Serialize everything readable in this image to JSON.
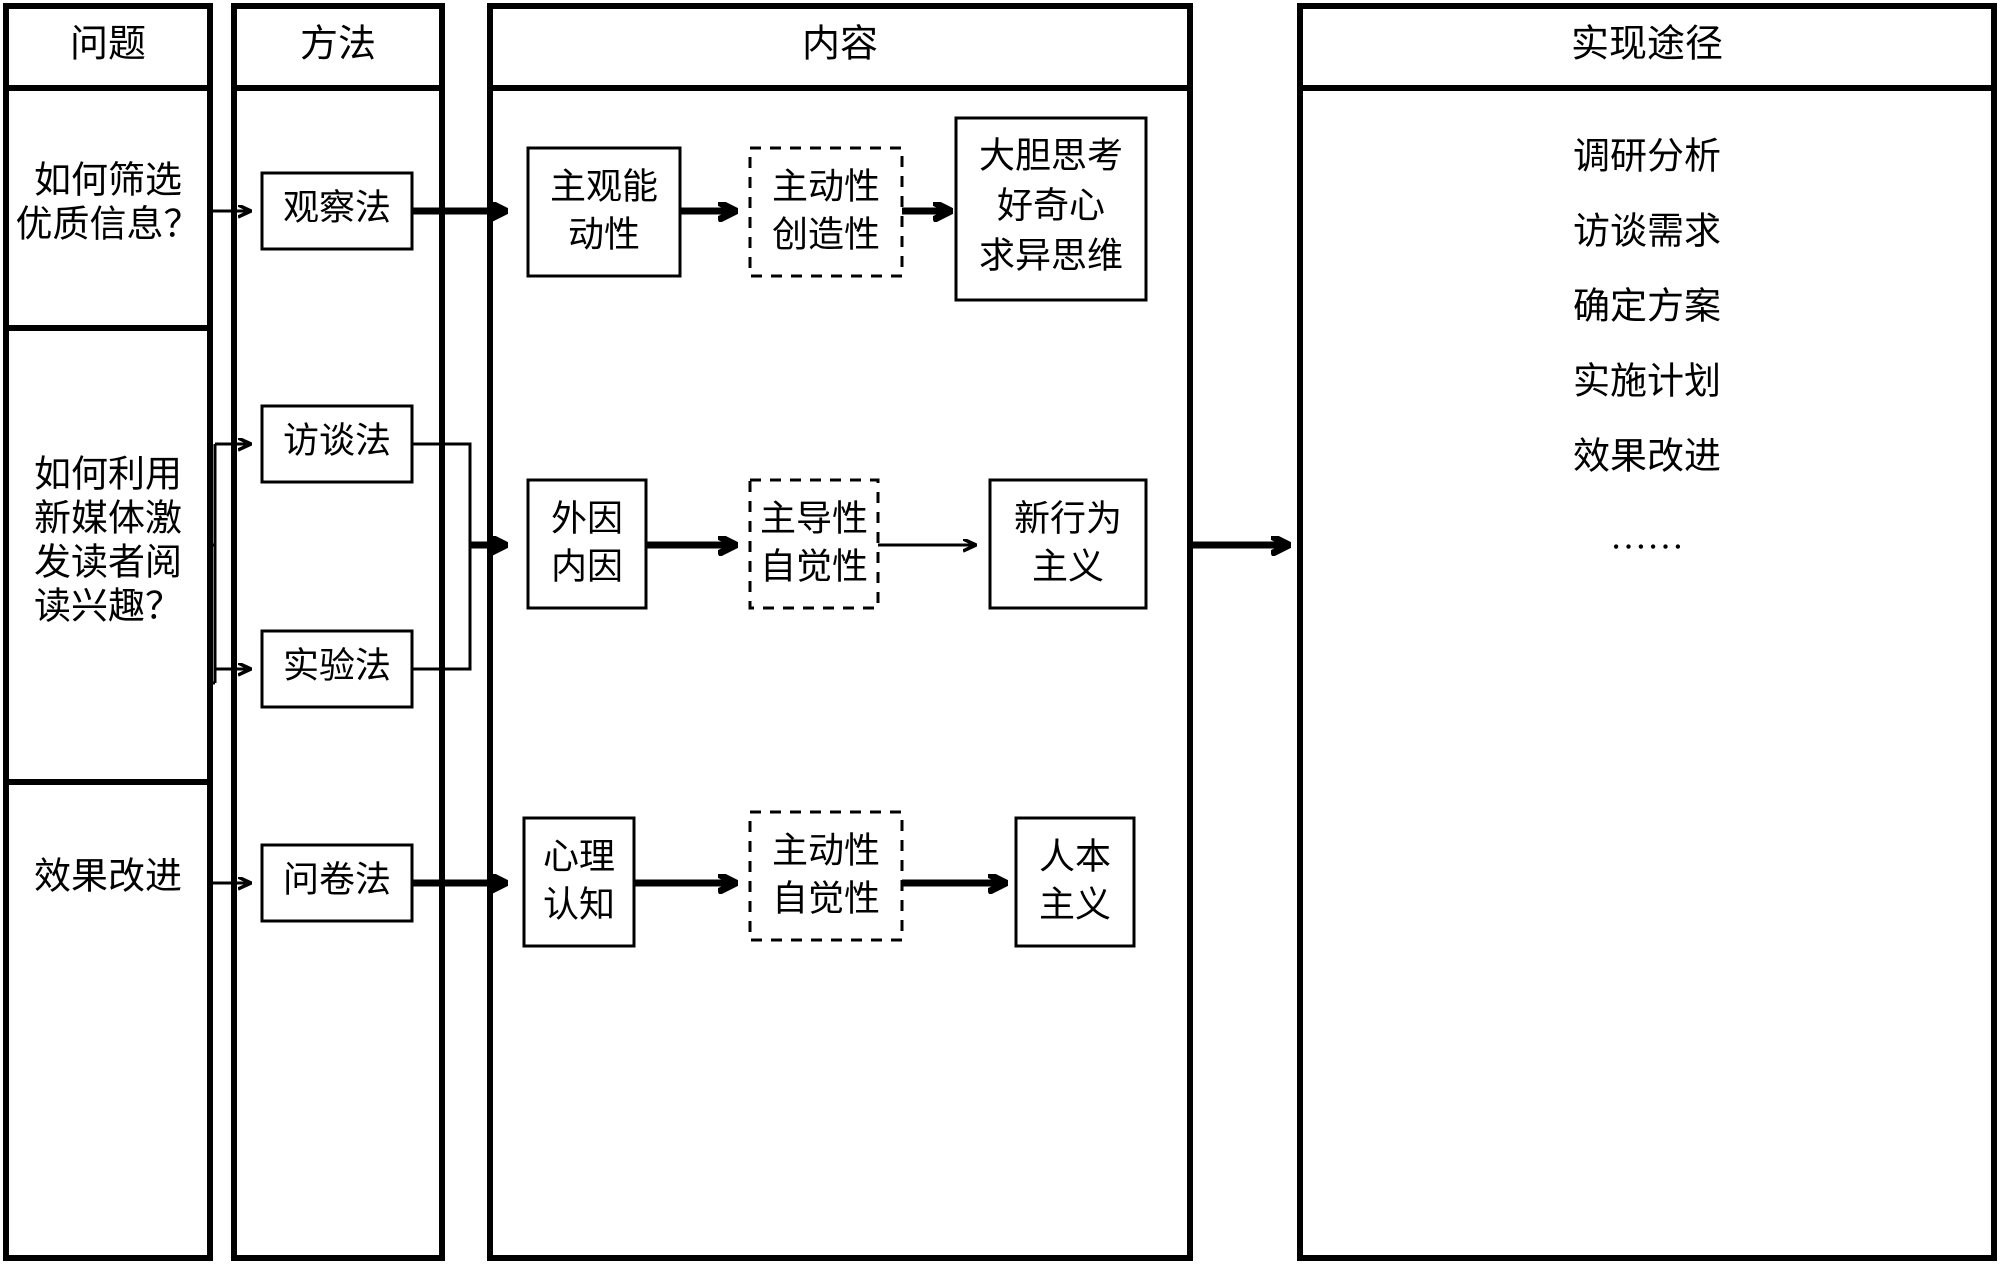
{
  "diagram": {
    "title_row": {
      "questions": "问题",
      "methods": "方法",
      "content": "内容",
      "pathways": "实现途径"
    },
    "questions": [
      {
        "id": "q1",
        "lines": [
          "如何筛选",
          "优质信息？"
        ]
      },
      {
        "id": "q2",
        "lines": [
          "如何利用",
          "新媒体激",
          "发读者阅",
          "读兴趣？"
        ]
      },
      {
        "id": "q3",
        "lines": [
          "效果改进"
        ]
      }
    ],
    "methods": [
      {
        "id": "m1",
        "label": "观察法"
      },
      {
        "id": "m2",
        "label": "访谈法"
      },
      {
        "id": "m3",
        "label": "实验法"
      },
      {
        "id": "m4",
        "label": "问卷法"
      }
    ],
    "content_rows": [
      {
        "id": "row1",
        "stage1": {
          "lines": [
            "主观能",
            "动性"
          ],
          "style": "solid"
        },
        "stage2": {
          "lines": [
            "主动性",
            "创造性"
          ],
          "style": "dashed"
        },
        "stage3": {
          "lines": [
            "大胆思考",
            "好奇心",
            "求异思维"
          ],
          "style": "solid"
        }
      },
      {
        "id": "row2",
        "stage1": {
          "lines": [
            "外因",
            "内因"
          ],
          "style": "solid"
        },
        "stage2": {
          "lines": [
            "主导性",
            "自觉性"
          ],
          "style": "dashed"
        },
        "stage3": {
          "lines": [
            "新行为",
            "主义"
          ],
          "style": "solid"
        }
      },
      {
        "id": "row3",
        "stage1": {
          "lines": [
            "心理",
            "认知"
          ],
          "style": "solid"
        },
        "stage2": {
          "lines": [
            "主动性",
            "自觉性"
          ],
          "style": "dashed"
        },
        "stage3": {
          "lines": [
            "人本",
            "主义"
          ],
          "style": "solid"
        }
      }
    ],
    "pathways": [
      "调研分析",
      "访谈需求",
      "确定方案",
      "实施计划",
      "效果改进",
      "……"
    ],
    "colors": {
      "stroke": "#000000",
      "background": "#ffffff"
    }
  }
}
